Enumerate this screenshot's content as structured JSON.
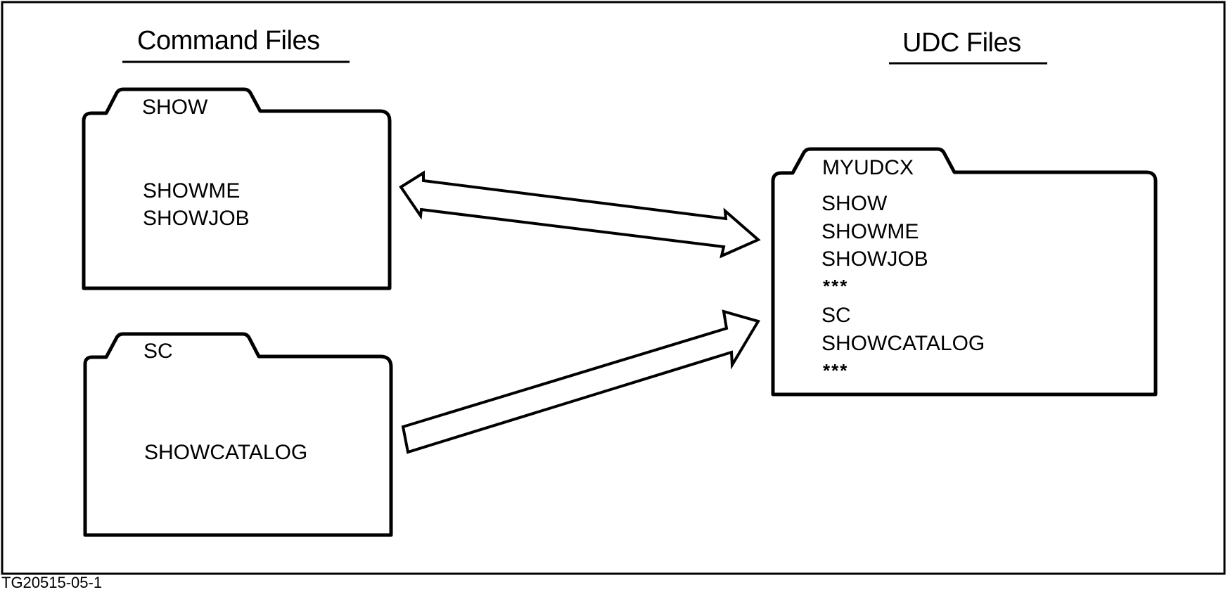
{
  "left_heading": "Command Files",
  "right_heading": "UDC Files",
  "folders": {
    "show": {
      "tab": "SHOW",
      "lines": [
        "SHOWME",
        "SHOWJOB"
      ]
    },
    "sc": {
      "tab": "SC",
      "lines": [
        "SHOWCATALOG"
      ]
    },
    "myudcx": {
      "tab": "MYUDCX",
      "lines": [
        "SHOW",
        "SHOWME",
        "SHOWJOB",
        "***",
        "SC",
        "SHOWCATALOG",
        "***"
      ]
    }
  },
  "figure_id": "TG20515-05-1"
}
